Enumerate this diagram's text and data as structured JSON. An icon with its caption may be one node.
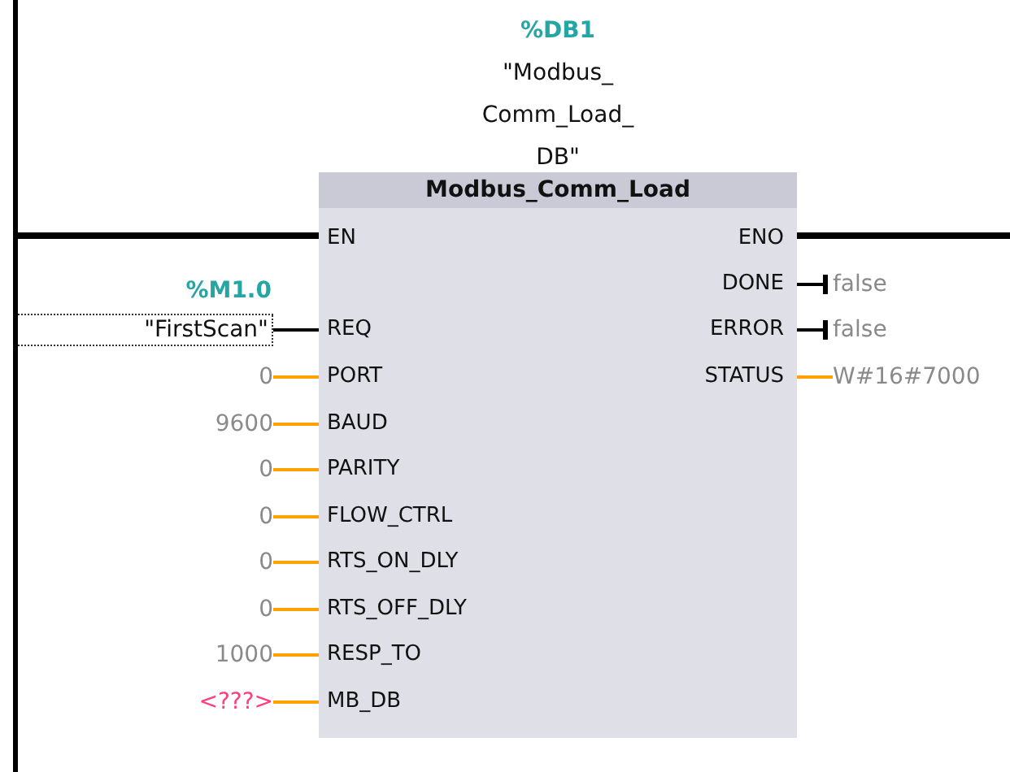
{
  "diagram": {
    "nodes": [
      {
        "text": [
          "Modbus_Comm_Load"
        ],
        "beside": [
          "%DB1",
          "\"Modbus_ Comm_Load_ DB\""
        ]
      },
      {
        "text": [
          "EN"
        ],
        "in": 0
      },
      {
        "text": [
          "REQ"
        ],
        "in": 0
      },
      {
        "text": [
          "PORT"
        ],
        "in": 0
      },
      {
        "text": [
          "BAUD"
        ],
        "in": 0
      },
      {
        "text": [
          "PARITY"
        ],
        "in": 0
      },
      {
        "text": [
          "FLOW_CTRL"
        ],
        "in": 0
      },
      {
        "text": [
          "RTS_ON_DLY"
        ],
        "in": 0
      },
      {
        "text": [
          "RTS_OFF_DLY"
        ],
        "in": 0
      },
      {
        "text": [
          "RESP_TO"
        ],
        "in": 0
      },
      {
        "text": [
          "MB_DB"
        ],
        "in": 0
      },
      {
        "text": [
          "ENO"
        ],
        "in": 0
      },
      {
        "text": [
          "DONE"
        ],
        "in": 0
      },
      {
        "text": [
          "ERROR"
        ],
        "in": 0
      },
      {
        "text": [
          "STATUS"
        ],
        "in": 0
      },
      {
        "text": [
          "\"FirstScan\""
        ],
        "beside": [
          "%M1.0"
        ]
      },
      {
        "text": [
          "0"
        ]
      },
      {
        "text": [
          "9600"
        ]
      },
      {
        "text": [
          "0"
        ]
      },
      {
        "text": [
          "0"
        ]
      },
      {
        "text": [
          "0"
        ]
      },
      {
        "text": [
          "0"
        ]
      },
      {
        "text": [
          "1000"
        ]
      },
      {
        "text": [
          "<???>"
        ]
      },
      {
        "text": [
          "false"
        ]
      },
      {
        "text": [
          "false"
        ]
      },
      {
        "text": [
          "W#16#7000"
        ]
      },
      {
        "text": [],
        "shape": "bar"
      }
    ],
    "edges": [
      {
        "from": 27,
        "to": 1,
        "arrow": "none",
        "style": "thick",
        "color": "#000000"
      },
      {
        "from": 15,
        "to": 2,
        "arrow": "none",
        "color": "#000000"
      },
      {
        "from": 16,
        "to": 3,
        "arrow": "none"
      },
      {
        "from": 17,
        "to": 4,
        "arrow": "none"
      },
      {
        "from": 18,
        "to": 5,
        "arrow": "none"
      },
      {
        "from": 19,
        "to": 6,
        "arrow": "none"
      },
      {
        "from": 20,
        "to": 7,
        "arrow": "none"
      },
      {
        "from": 21,
        "to": 8,
        "arrow": "none"
      },
      {
        "from": 22,
        "to": 9,
        "arrow": "none"
      },
      {
        "from": 23,
        "to": 10,
        "arrow": "none"
      },
      {
        "from": 11,
        "to": null,
        "arrow": "none",
        "style": "thick",
        "color": "#000000"
      },
      {
        "from": 12,
        "to": 24,
        "arrow": "other",
        "color": "#000000"
      },
      {
        "from": 13,
        "to": 25,
        "arrow": "other",
        "color": "#000000"
      },
      {
        "from": 14,
        "to": 26,
        "arrow": "none"
      }
    ]
  }
}
